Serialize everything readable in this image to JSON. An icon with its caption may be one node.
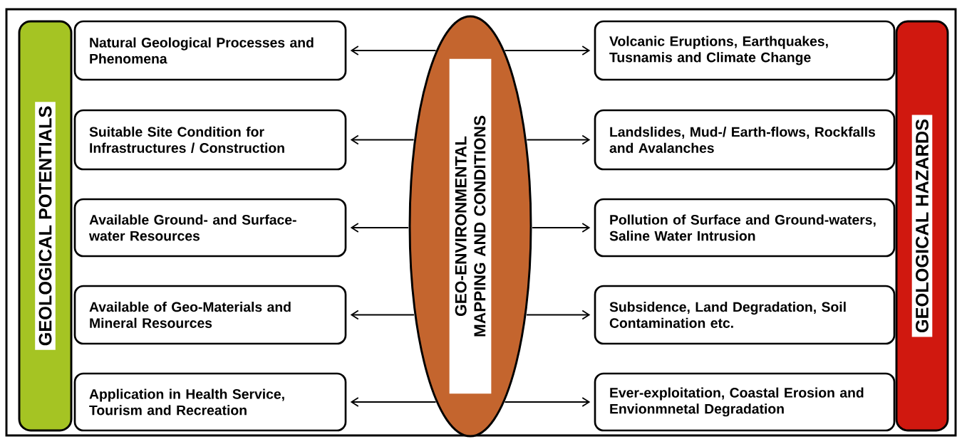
{
  "diagram": {
    "nodes": [
      {
        "text": [
          "GEOLOGICAL POTENTIALS"
        ]
      },
      {
        "text": [
          "Natural Geological Processes and Phenomena"
        ]
      },
      {
        "text": [
          "Suitable Site Condition for Infrastructures / Construction"
        ]
      },
      {
        "text": [
          "Available Ground- and Surface-water Resources"
        ]
      },
      {
        "text": [
          "Available  of Geo-Materials and Mineral Resources"
        ]
      },
      {
        "text": [
          "Application  in Health Service, Tourism and Recreation"
        ]
      },
      {
        "text": [
          "GEO-ENVIRONMENTAL MAPPING AND CONDITIONS"
        ]
      },
      {
        "text": [
          "Volcanic Eruptions, Earthquakes, Tusnamis  and  Climate Change"
        ]
      },
      {
        "text": [
          "Landslides, Mud-/ Earth-flows, Rockfalls and Avalanches"
        ]
      },
      {
        "text": [
          "Pollution of Surface and Ground-waters, Saline Water Intrusion"
        ]
      },
      {
        "text": [
          "Subsidence, Land Degradation, Soil Contamination etc."
        ]
      },
      {
        "text": [
          "Ever-exploitation, Coastal Erosion and Envionmnetal Degradation"
        ]
      },
      {
        "text": [
          "GEOLOGICAL HAZARDS"
        ]
      }
    ],
    "edges": [
      {
        "from": 6,
        "to": 1,
        "arrow": "to"
      },
      {
        "from": 6,
        "to": 2,
        "arrow": "to"
      },
      {
        "from": 6,
        "to": 3,
        "arrow": "to"
      },
      {
        "from": 6,
        "to": 4,
        "arrow": "to"
      },
      {
        "from": 6,
        "to": 5,
        "arrow": "to"
      },
      {
        "from": 6,
        "to": 7,
        "arrow": "to"
      },
      {
        "from": 6,
        "to": 8,
        "arrow": "to"
      },
      {
        "from": 6,
        "to": 9,
        "arrow": "to"
      },
      {
        "from": 6,
        "to": 10,
        "arrow": "to"
      },
      {
        "from": 6,
        "to": 11,
        "arrow": "to"
      }
    ]
  }
}
